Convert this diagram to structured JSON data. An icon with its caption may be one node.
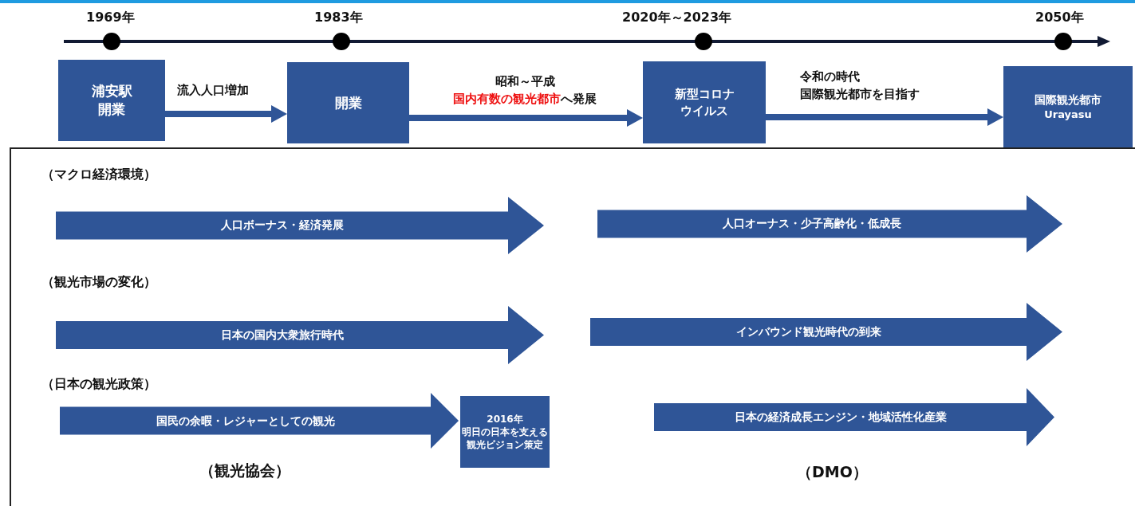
{
  "diagram": {
    "nodes": [
      {
        "text": [
          "浦安駅開業"
        ]
      },
      {
        "text": [
          "開業"
        ]
      },
      {
        "text": [
          "新型コロナウイルス"
        ]
      },
      {
        "text": [
          "国際観光都市",
          "Urayasu"
        ]
      },
      {
        "text": [
          "（マクロ経済環境）",
          "（観光市場の変化）",
          "（日本の観光政策）"
        ]
      },
      {
        "text": [
          "人口ボーナス・経済発展"
        ],
        "in": 4
      },
      {
        "text": [
          "人口オーナス・少子高齢化・低成長"
        ],
        "in": 4
      },
      {
        "text": [
          "日本の国内大衆旅行時代"
        ],
        "in": 4
      },
      {
        "text": [
          "インバウンド観光時代の到来"
        ],
        "in": 4
      },
      {
        "text": [
          "2016年",
          "明日の日本を支える観光ビジョン策定"
        ],
        "in": 4
      },
      {
        "text": [
          "日本の経済成長エンジン・地域活性化産業"
        ],
        "in": 4,
        "beside": [
          "（DMO）"
        ]
      }
    ],
    "edges": [
      {
        "from": 0,
        "to": 1,
        "arrow": "to",
        "label": "流入人口増加"
      },
      {
        "from": 1,
        "to": 2,
        "arrow": "to",
        "label": "昭和～平成**国内有数の観光都市**へ発展"
      },
      {
        "from": 2,
        "to": 3,
        "arrow": "to",
        "label": "令和の時代国際観光都市を目指す"
      },
      {
        "from": null,
        "to": 9,
        "arrow": "to",
        "label": "国民の余暇・レジャーとしての観光",
        "style": "thick"
      }
    ],
    "labels": [
      "1969年",
      "1983年",
      "2020年～2023年",
      "2050年",
      "（観光協会）"
    ]
  }
}
